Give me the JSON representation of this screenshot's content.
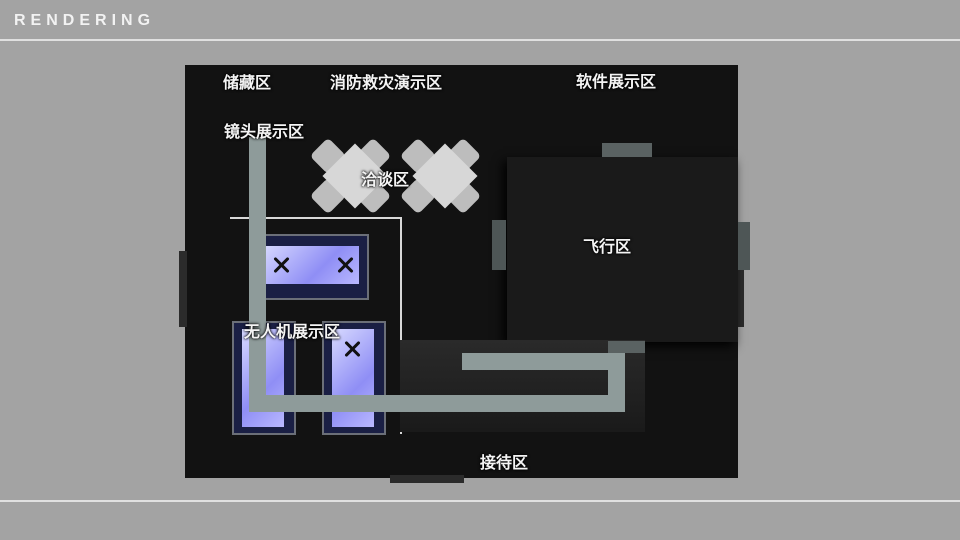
{
  "header": {
    "title": "RENDERING"
  },
  "floorplan": {
    "zones": {
      "storage": "储藏区",
      "fire_rescue_demo": "消防救灾演示区",
      "software_display": "软件展示区",
      "lens_display": "镜头展示区",
      "negotiation": "洽谈区",
      "flight": "飞行区",
      "drone_display": "无人机展示区",
      "reception": "接待区"
    }
  }
}
